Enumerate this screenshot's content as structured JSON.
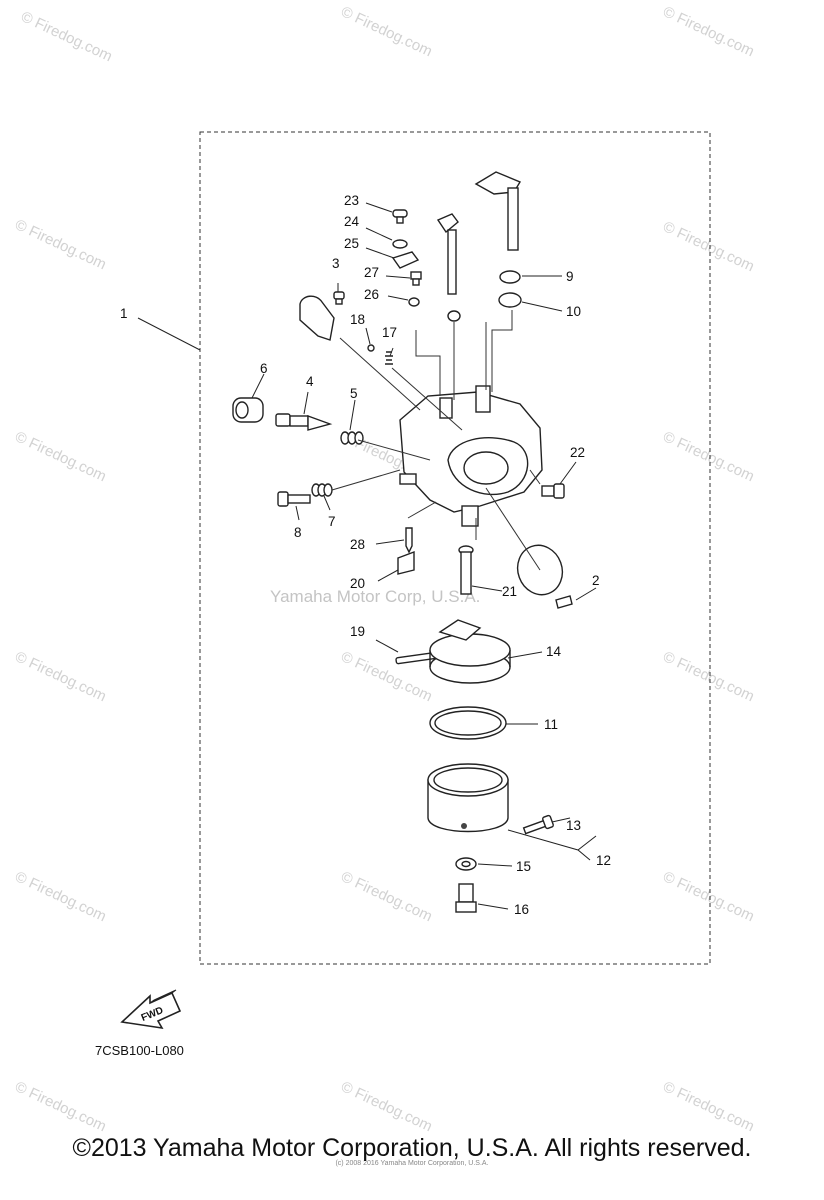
{
  "watermark": {
    "brand": "© Firedog.com",
    "center_caption": "Yamaha Motor Corp, U.S.A."
  },
  "diagram": {
    "callouts": [
      "1",
      "2",
      "3",
      "4",
      "5",
      "6",
      "7",
      "8",
      "9",
      "10",
      "11",
      "12",
      "13",
      "14",
      "15",
      "16",
      "17",
      "18",
      "19",
      "20",
      "21",
      "22",
      "23",
      "24",
      "25",
      "26",
      "27",
      "28"
    ],
    "fwd_label": "FWD",
    "part_code": "7CSB100-L080"
  },
  "footer": {
    "copyright": "©2013 Yamaha Motor Corporation, U.S.A. All rights reserved.",
    "small_print": "(c) 2008 2016 Yamaha Motor Corporation, U.S.A."
  }
}
